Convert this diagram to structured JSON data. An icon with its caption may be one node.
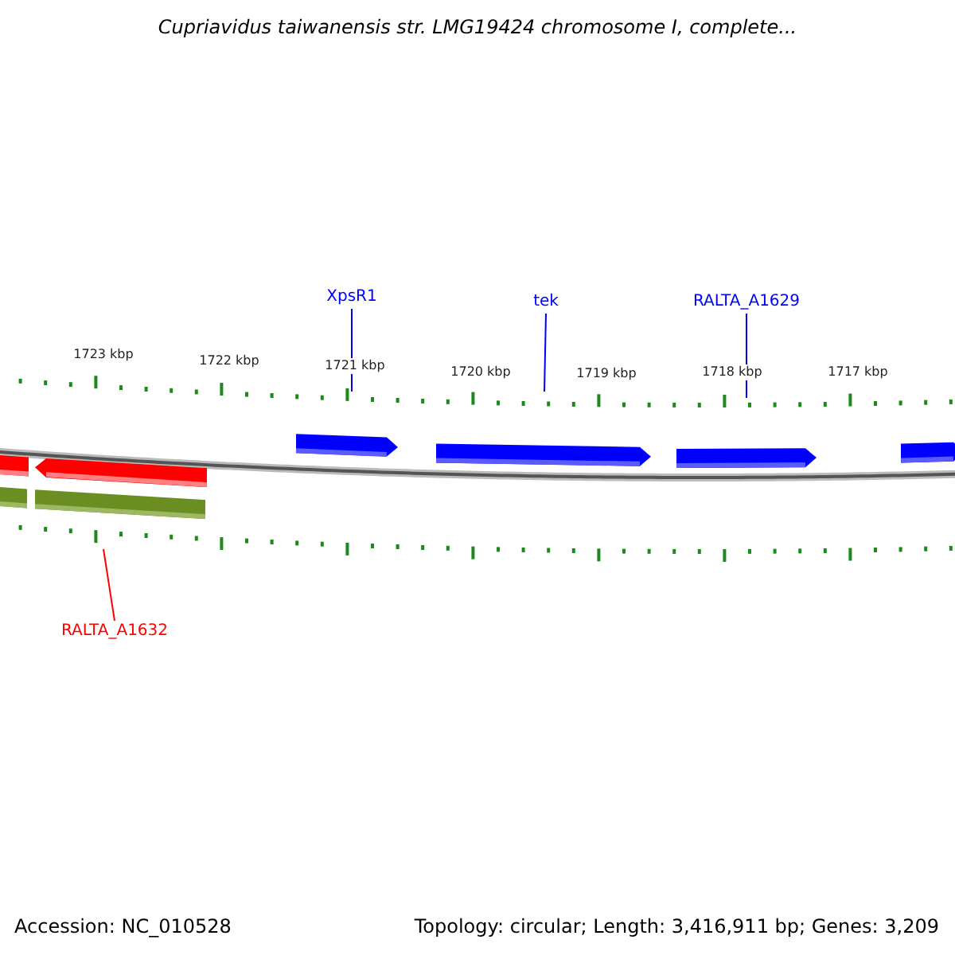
{
  "diagram": {
    "title": "Cupriavidus taiwanensis str. LMG19424 chromosome I, complete...",
    "nodes": [
      {
        "text": [
          "XpsR1"
        ]
      },
      {
        "text": [
          "tek"
        ]
      },
      {
        "text": [
          "RALTA_A1629"
        ]
      },
      {
        "text": [
          "RALTA_A1632"
        ]
      }
    ],
    "edges": [
      {
        "from": 0,
        "to": null,
        "arrow": "none"
      },
      {
        "from": 1,
        "to": null,
        "arrow": "none"
      },
      {
        "from": 2,
        "to": null,
        "arrow": "none"
      },
      {
        "from": 3,
        "to": null,
        "arrow": "none",
        "color": "#ff0000"
      }
    ],
    "labels": [
      "1723 kbp",
      "1722 kbp",
      "1721 kbp",
      "1720 kbp",
      "1719 kbp",
      "1718 kbp",
      "1717 kbp",
      "Accession: NC_010528",
      "Topology: circular; Length: 3,416,911 bp; Genes: 3,209"
    ]
  }
}
